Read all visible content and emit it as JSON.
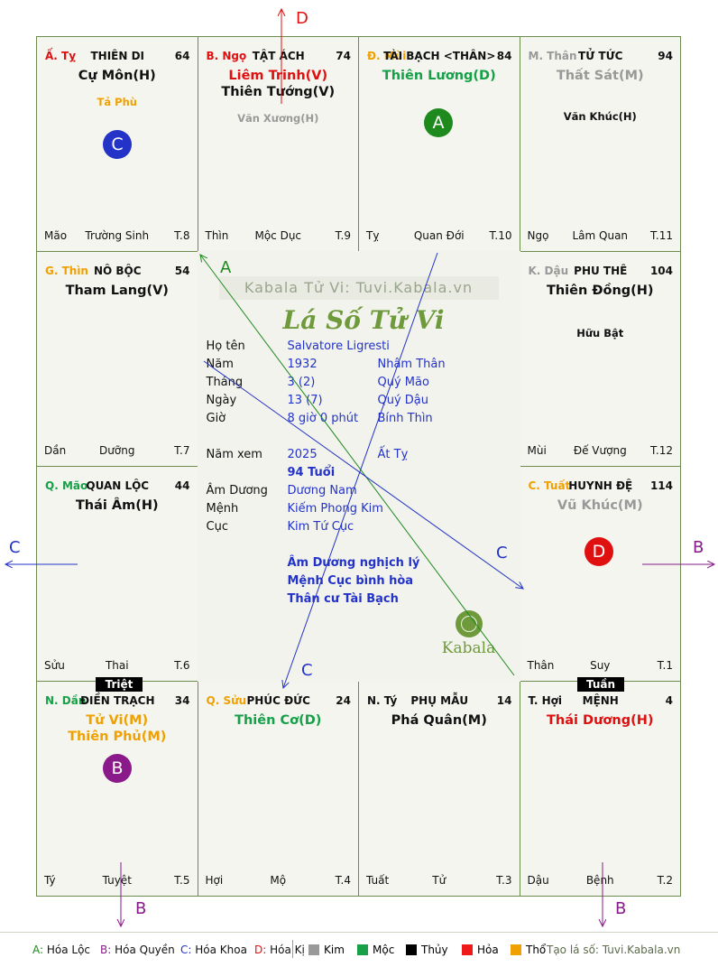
{
  "colors": {
    "hoa_loc": "#1e8a1e",
    "hoa_quyen": "#8a1a8a",
    "hoa_khoa": "#2333c8",
    "hoa_ky": "#e01010",
    "kim": "#999999",
    "moc": "#16a048",
    "thuy": "#000000",
    "hoa": "#ee1a1a",
    "tho": "#f0a000"
  },
  "palaces": [
    {
      "can": "Ấ. Tỵ",
      "can_color": "#e01010",
      "name": "THIÊN DI",
      "num": "64",
      "main": [
        {
          "t": "Cự Môn(H)",
          "c": "#111111"
        }
      ],
      "minor": [
        {
          "t": "Tả Phù",
          "c": "#f0a000"
        }
      ],
      "foot": {
        "l": "Mão",
        "m": "Trường Sinh",
        "r": "T.8"
      }
    },
    {
      "can": "B. Ngọ",
      "can_color": "#e01010",
      "name": "TẬT ÁCH",
      "num": "74",
      "main": [
        {
          "t": "Liêm Trinh(V)",
          "c": "#e01010"
        },
        {
          "t": "Thiên Tướng(V)",
          "c": "#111111"
        }
      ],
      "minor": [
        {
          "t": "Văn Xương(H)",
          "c": "#999999"
        }
      ],
      "foot": {
        "l": "Thìn",
        "m": "Mộc Dục",
        "r": "T.9"
      }
    },
    {
      "can": "Đ. Mùi",
      "can_color": "#f0a000",
      "name": "TÀI BẠCH <THÂN>",
      "num": "84",
      "main": [
        {
          "t": "Thiên Lương(D)",
          "c": "#16a048"
        }
      ],
      "minor": [],
      "foot": {
        "l": "Tỵ",
        "m": "Quan Đới",
        "r": "T.10"
      }
    },
    {
      "can": "M. Thân",
      "can_color": "#999999",
      "name": "TỬ TỨC",
      "num": "94",
      "main": [
        {
          "t": "Thất Sát(M)",
          "c": "#999999"
        }
      ],
      "minor": [
        {
          "t": "Văn Khúc(H)",
          "c": "#111111"
        }
      ],
      "foot": {
        "l": "Ngọ",
        "m": "Lâm Quan",
        "r": "T.11"
      }
    },
    {
      "can": "G. Thìn",
      "can_color": "#f0a000",
      "name": "NÔ BỘC",
      "num": "54",
      "main": [
        {
          "t": "Tham Lang(V)",
          "c": "#111111"
        }
      ],
      "minor": [],
      "foot": {
        "l": "Dần",
        "m": "Dưỡng",
        "r": "T.7"
      }
    },
    {
      "can": "K. Dậu",
      "can_color": "#999999",
      "name": "PHU THÊ",
      "num": "104",
      "main": [
        {
          "t": "Thiên Đồng(H)",
          "c": "#111111"
        }
      ],
      "minor": [
        {
          "t": "Hữu Bật",
          "c": "#111111"
        }
      ],
      "foot": {
        "l": "Mùi",
        "m": "Đế Vượng",
        "r": "T.12"
      }
    },
    {
      "can": "Q. Mão",
      "can_color": "#16a048",
      "name": "QUAN LỘC",
      "num": "44",
      "main": [
        {
          "t": "Thái Âm(H)",
          "c": "#111111"
        }
      ],
      "minor": [],
      "foot": {
        "l": "Sửu",
        "m": "Thai",
        "r": "T.6"
      }
    },
    {
      "can": "C. Tuất",
      "can_color": "#f0a000",
      "name": "HUYNH ĐỆ",
      "num": "114",
      "main": [
        {
          "t": "Vũ Khúc(M)",
          "c": "#999999"
        }
      ],
      "minor": [],
      "foot": {
        "l": "Thân",
        "m": "Suy",
        "r": "T.1"
      }
    },
    {
      "can": "N. Dần",
      "can_color": "#16a048",
      "name": "ĐIỀN TRẠCH",
      "num": "34",
      "main": [
        {
          "t": "Tử Vi(M)",
          "c": "#f0a000"
        },
        {
          "t": "Thiên Phủ(M)",
          "c": "#f0a000"
        }
      ],
      "minor": [],
      "foot": {
        "l": "Tý",
        "m": "Tuyệt",
        "r": "T.5"
      }
    },
    {
      "can": "Q. Sửu",
      "can_color": "#f0a000",
      "name": "PHÚC ĐỨC",
      "num": "24",
      "main": [
        {
          "t": "Thiên Cơ(D)",
          "c": "#16a048"
        }
      ],
      "minor": [],
      "foot": {
        "l": "Hợi",
        "m": "Mộ",
        "r": "T.4"
      }
    },
    {
      "can": "N. Tý",
      "can_color": "#111111",
      "name": "PHỤ MẪU",
      "num": "14",
      "main": [
        {
          "t": "Phá Quân(M)",
          "c": "#111111"
        }
      ],
      "minor": [],
      "foot": {
        "l": "Tuất",
        "m": "Tử",
        "r": "T.3"
      }
    },
    {
      "can": "T. Hợi",
      "can_color": "#111111",
      "name": "MỆNH",
      "num": "4",
      "main": [
        {
          "t": "Thái Dương(H)",
          "c": "#e01010"
        }
      ],
      "minor": [],
      "foot": {
        "l": "Dậu",
        "m": "Bệnh",
        "r": "T.2"
      }
    }
  ],
  "center": {
    "watermark": "Kabala Tử Vi: Tuvi.Kabala.vn",
    "brand": "Lá Số Tử Vi",
    "rows": [
      {
        "label": "Họ tên",
        "v1": "Salvatore Ligresti",
        "v2": ""
      },
      {
        "label": "Năm",
        "v1": "1932",
        "v2": "Nhâm Thân"
      },
      {
        "label": "Tháng",
        "v1": "3  (2)",
        "v2": "Quý Mão"
      },
      {
        "label": "Ngày",
        "v1": "13  (7)",
        "v2": "Quý Dậu"
      },
      {
        "label": "Giờ",
        "v1": "8 giờ 0 phút",
        "v2": "Bính Thìn"
      }
    ],
    "nam_xem": {
      "label": "Năm xem",
      "v1": "2025",
      "v2": "Ất Tỵ"
    },
    "tuoi": "94 Tuổi",
    "rows2": [
      {
        "label": "Âm Dương",
        "v1": "Dương Nam"
      },
      {
        "label": "Mệnh",
        "v1": "Kiếm Phong Kim"
      },
      {
        "label": "Cục",
        "v1": "Kim Tứ Cục"
      }
    ],
    "notes": [
      "Âm Dương nghịch lý",
      "Mệnh Cục bình hòa",
      "Thân cư Tài Bạch"
    ],
    "logo_text": "Kabala"
  },
  "tags": {
    "triet": "Triệt",
    "tuan": "Tuần"
  },
  "markers": [
    {
      "label": "A",
      "color": "#1e8a1e"
    },
    {
      "label": "B",
      "color": "#8a1a8a"
    },
    {
      "label": "C",
      "color": "#2333c8"
    },
    {
      "label": "D",
      "color": "#e01010"
    }
  ],
  "line_labels": {
    "A": "A",
    "B": "B",
    "C": "C",
    "D": "D"
  },
  "legend": {
    "items": [
      {
        "key": "A:",
        "text": "Hóa Lộc",
        "color": "#1e8a1e"
      },
      {
        "key": "B:",
        "text": "Hóa Quyền",
        "color": "#8a1a8a"
      },
      {
        "key": "C:",
        "text": "Hóa Khoa",
        "color": "#2333c8"
      },
      {
        "key": "D:",
        "text": "Hóa Kị",
        "color": "#e01010"
      }
    ],
    "elements": [
      {
        "text": "Kim",
        "color": "#999999"
      },
      {
        "text": "Mộc",
        "color": "#16a048"
      },
      {
        "text": "Thủy",
        "color": "#000000"
      },
      {
        "text": "Hỏa",
        "color": "#ee1a1a"
      },
      {
        "text": "Thổ",
        "color": "#f0a000"
      }
    ],
    "site": "Tạo lá số: Tuvi.Kabala.vn"
  }
}
